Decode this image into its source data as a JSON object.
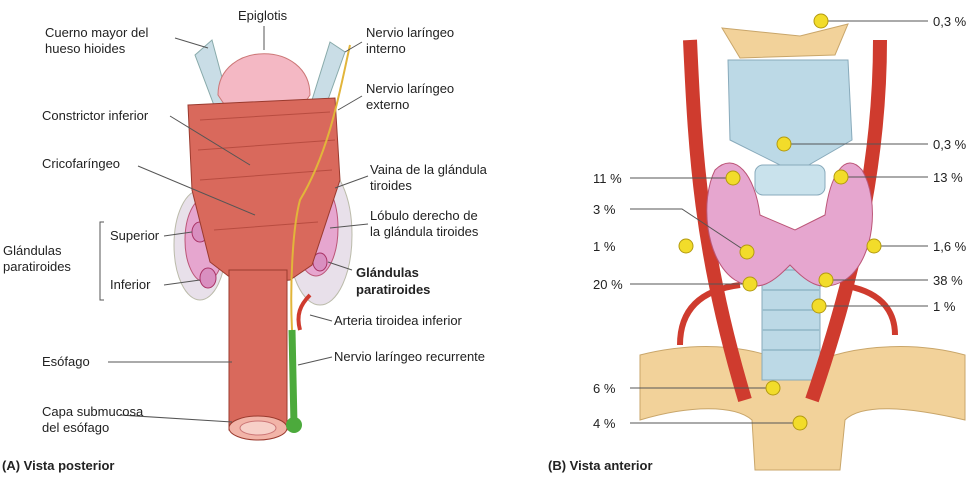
{
  "panel_a": {
    "caption": "(A) Vista posterior",
    "labels": {
      "hyoid_line1": "Cuerno mayor del",
      "hyoid_line2": "hueso hioides",
      "epiglottis": "Epiglotis",
      "internal_nerve_line1": "Nervio laríngeo",
      "internal_nerve_line2": "interno",
      "external_nerve_line1": "Nervio laríngeo",
      "external_nerve_line2": "externo",
      "inferior_constrictor": "Constrictor inferior",
      "cricopharyngeus": "Cricofaríngeo",
      "sheath_line1": "Vaina de la glándula",
      "sheath_line2": "tiroides",
      "right_lobe_line1": "Lóbulo derecho de",
      "right_lobe_line2": "la glándula tiroides",
      "parathyroid_group_line1": "Glándulas",
      "parathyroid_group_line2": "paratiroides",
      "superior": "Superior",
      "inferior": "Inferior",
      "parathyroid_bold_line1": "Glándulas",
      "parathyroid_bold_line2": "paratiroides",
      "inferior_thyroid_artery": "Arteria tiroidea inferior",
      "esophagus": "Esófago",
      "recurrent_nerve": "Nervio laríngeo recurrente",
      "submucosa_line1": "Capa submucosa",
      "submucosa_line2": "del esófago"
    }
  },
  "panel_b": {
    "caption": "(B) Vista anterior",
    "percentages": {
      "top_right": "0,3 %",
      "mid_right": "0,3 %",
      "left_11": "11 %",
      "right_13": "13 %",
      "left_3": "3 %",
      "left_1": "1 %",
      "right_16": "1,6 %",
      "left_20": "20 %",
      "right_38": "38 %",
      "right_1": "1 %",
      "left_6": "6 %",
      "left_4": "4 %"
    }
  },
  "colors": {
    "muscle": "#d9695c",
    "thyroid": "#e6a6cf",
    "cartilage": "#bcd9e6",
    "artery": "#cf3b2e",
    "bone": "#f2d29a",
    "marker": "#f2dc2a",
    "parathyroid_green": "#4caa3c"
  }
}
